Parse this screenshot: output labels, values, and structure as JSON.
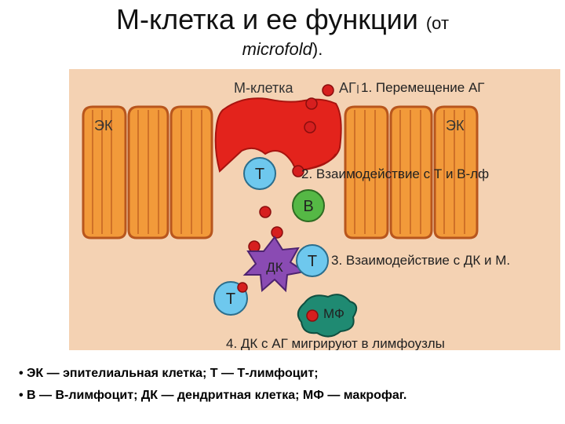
{
  "title": {
    "main": "М-клетка и ее функции",
    "paren_open": "(от",
    "italic": "microfold",
    "paren_close": ")."
  },
  "diagram": {
    "m_cell_label": "М-клетка",
    "ag_label": "АГ",
    "ek_left_label": "ЭК",
    "ek_right_label": "ЭК",
    "t_cell_1": "Т",
    "t_cell_2": "Т",
    "t_cell_3": "Т",
    "b_cell": "В",
    "dc_label": "ДК",
    "mf_label": "МФ",
    "step_1": "1. Перемещение АГ",
    "step_2": "2. Взаимодействие с Т и В-лф",
    "step_3": "3. Взаимодействие с ДК и М.",
    "step_4": "4. ДК с АГ мигрируют в лимфоузлы"
  },
  "colors": {
    "background": "#f4d2b3",
    "epithelial_cell": "#f29a3a",
    "epithelial_outline": "#b8561d",
    "m_cell": "#e3231c",
    "antigen": "#d61f1f",
    "t_cell": "#6ec8ee",
    "b_cell": "#55b845",
    "dendritic_cell": "#8a4bb3",
    "macrophage": "#1f8a72"
  },
  "legend": {
    "line1": "• ЭК — эпителиальная клетка; Т — Т-лимфоцит;",
    "line2": "• В — В-лимфоцит; ДК — дендритная клетка; МФ — макрофаг."
  }
}
